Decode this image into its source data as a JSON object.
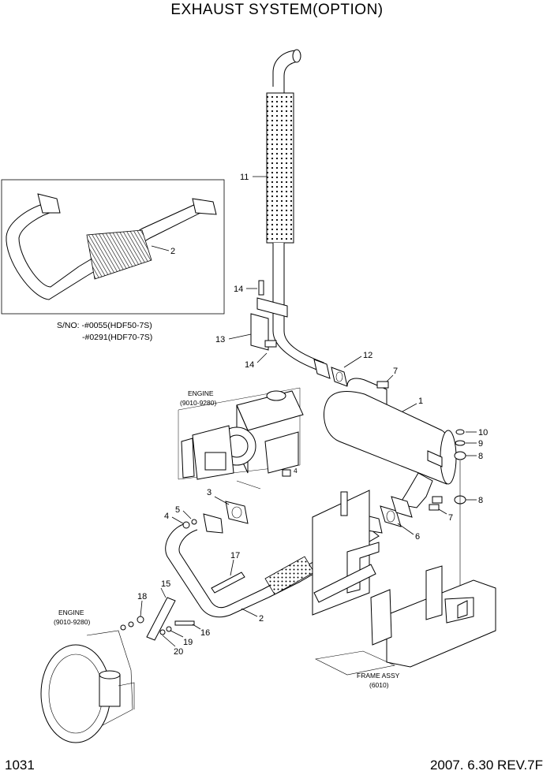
{
  "title": "EXHAUST SYSTEM(OPTION)",
  "footer": {
    "page": "1031",
    "date_rev": "2007. 6.30  REV.7F"
  },
  "inset": {
    "serial_line1": "S/NO: -#0055(HDF50-7S)",
    "serial_line2": "-#0291(HDF70-7S)",
    "part": "2"
  },
  "engine_top": {
    "name": "ENGINE",
    "ref": "(9010-9280)"
  },
  "engine_bottom": {
    "name": "ENGINE",
    "ref": "(9010-9280)"
  },
  "frame": {
    "name": "FRAME ASSY",
    "ref": "(6010)"
  },
  "callouts": {
    "c1": "1",
    "c2": "2",
    "c3": "3",
    "c4": "4",
    "c5": "5",
    "c6": "6",
    "c7a": "7",
    "c7b": "7",
    "c8a": "8",
    "c8b": "8",
    "c9": "9",
    "c10": "10",
    "c11": "11",
    "c12": "12",
    "c13": "13",
    "c14a": "14",
    "c14b": "14",
    "c15": "15",
    "c16": "16",
    "c17": "17",
    "c18": "18",
    "c19": "19",
    "c20": "20"
  }
}
